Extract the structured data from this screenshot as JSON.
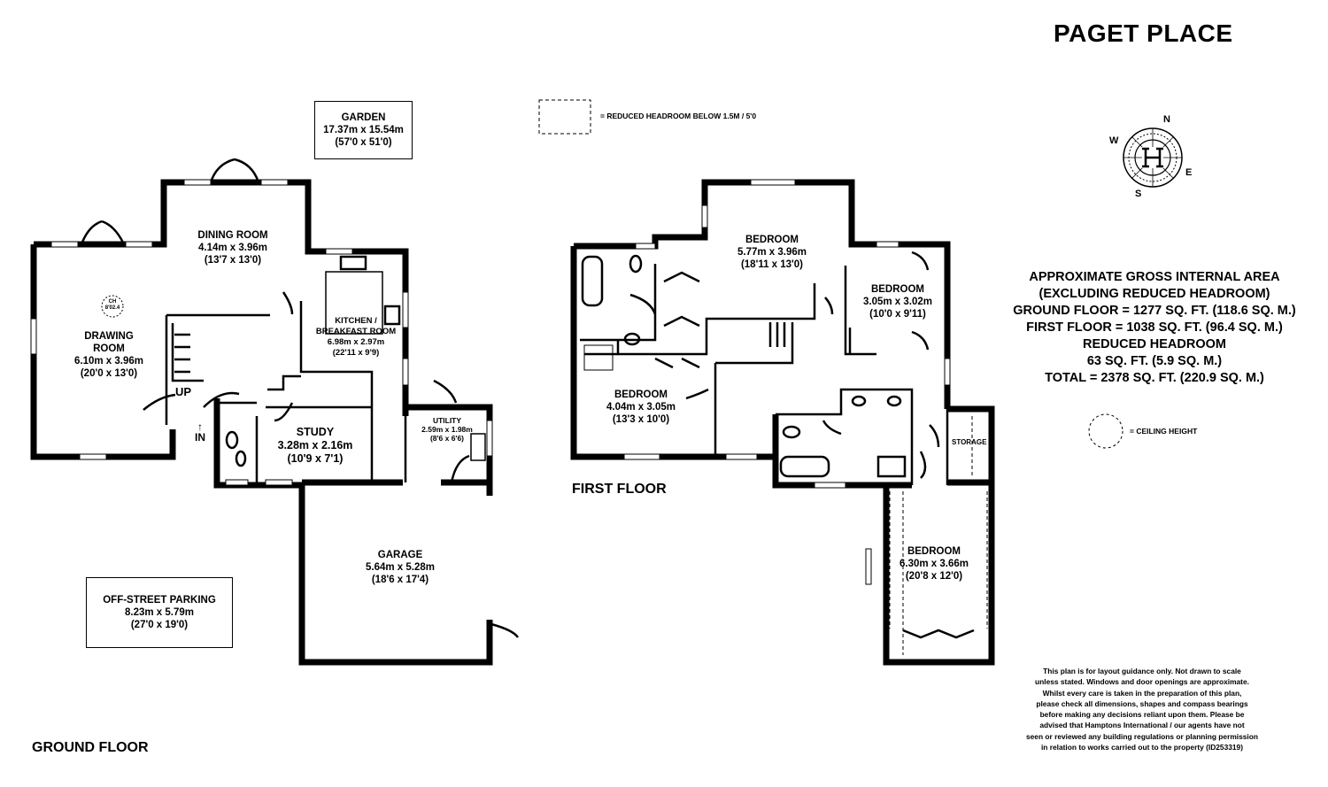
{
  "title": "PAGET PLACE",
  "floors": {
    "ground": "GROUND FLOOR",
    "first": "FIRST FLOOR"
  },
  "legend": {
    "reduced_headroom": "= REDUCED HEADROOM BELOW 1.5M / 5'0",
    "ceiling_height": "= CEILING HEIGHT"
  },
  "ground_rooms": {
    "garden": {
      "name": "GARDEN",
      "metric": "17.37m x 15.54m",
      "imperial": "(57'0 x 51'0)"
    },
    "dining": {
      "name": "DINING ROOM",
      "metric": "4.14m x 3.96m",
      "imperial": "(13'7 x 13'0)"
    },
    "drawing": {
      "name": "DRAWING\nROOM",
      "name1": "DRAWING",
      "name2": "ROOM",
      "metric": "6.10m x 3.96m",
      "imperial": "(20'0 x 13'0)"
    },
    "kitchen": {
      "name1": "KITCHEN /",
      "name2": "BREAKFAST ROOM",
      "metric": "6.98m x 2.97m",
      "imperial": "(22'11 x 9'9)"
    },
    "study": {
      "name": "STUDY",
      "metric": "3.28m x 2.16m",
      "imperial": "(10'9 x 7'1)"
    },
    "utility": {
      "name": "UTILITY",
      "metric": "2.59m x 1.98m",
      "imperial": "(8'6 x 6'6)"
    },
    "garage": {
      "name": "GARAGE",
      "metric": "5.64m x 5.28m",
      "imperial": "(18'6 x 17'4)"
    },
    "parking": {
      "name": "OFF-STREET PARKING",
      "metric": "8.23m x 5.79m",
      "imperial": "(27'0 x 19'0)"
    },
    "up": "UP",
    "in": "IN",
    "ch_top": "CH",
    "ch_bottom": "8'02.4"
  },
  "first_rooms": {
    "bed1": {
      "name": "BEDROOM",
      "metric": "5.77m x 3.96m",
      "imperial": "(18'11 x 13'0)"
    },
    "bed2": {
      "name": "BEDROOM",
      "metric": "3.05m x 3.02m",
      "imperial": "(10'0 x 9'11)"
    },
    "bed3": {
      "name": "BEDROOM",
      "metric": "4.04m x 3.05m",
      "imperial": "(13'3 x 10'0)"
    },
    "bed4": {
      "name": "BEDROOM",
      "metric": "6.30m x 3.66m",
      "imperial": "(20'8 x 12'0)"
    },
    "storage": "STORAGE"
  },
  "compass": {
    "n": "N",
    "e": "E",
    "s": "S",
    "w": "W"
  },
  "area": {
    "line1": "APPROXIMATE GROSS INTERNAL AREA",
    "line2": "(EXCLUDING REDUCED HEADROOM)",
    "line3": "GROUND FLOOR = 1277 SQ. FT. (118.6 SQ. M.)",
    "line4": "FIRST FLOOR  = 1038 SQ. FT. (96.4 SQ. M.)",
    "line5": "REDUCED HEADROOM",
    "line6": "63 SQ. FT. (5.9 SQ. M.)",
    "line7": "TOTAL =  2378 SQ. FT. (220.9 SQ. M.)"
  },
  "disclaimer": [
    "This plan is for layout guidance only. Not drawn to scale",
    "unless stated. Windows and door openings are approximate.",
    "Whilst every care is taken in the preparation of this plan,",
    "please check all dimensions, shapes and compass bearings",
    "before making any decisions reliant upon them. Please be",
    "advised that Hamptons International / our agents have not",
    "seen or reviewed any building regulations or planning permission",
    "in relation to works carried out to the property (ID253319)"
  ]
}
